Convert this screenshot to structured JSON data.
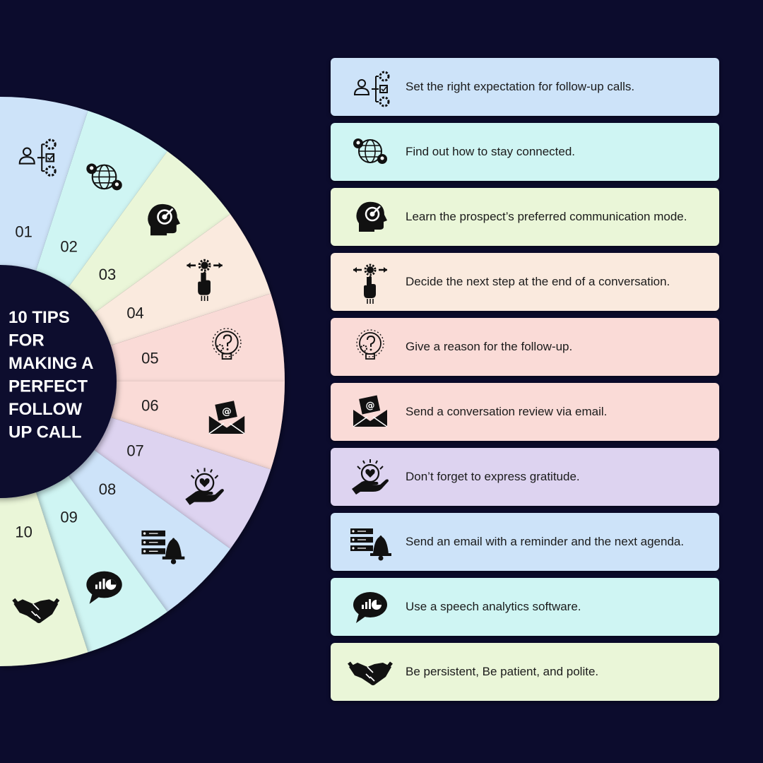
{
  "title_lines": [
    "10 TIPS",
    "FOR",
    "MAKING A",
    "PERFECT",
    "FOLLOW",
    "UP CALL"
  ],
  "colors": {
    "background": "#0c0c2d",
    "sectors": [
      "#cde3f9",
      "#cff5f3",
      "#eaf6d8",
      "#faeade",
      "#fadbd7",
      "#fadbd7",
      "#ddd3f0",
      "#cde3f9",
      "#cff5f3",
      "#eaf6d8"
    ]
  },
  "tips": [
    {
      "number": "01",
      "text": "Set the right expectation for follow-up calls.",
      "icon": "person-gears-icon"
    },
    {
      "number": "02",
      "text": "Find out how to stay connected.",
      "icon": "globe-network-icon"
    },
    {
      "number": "03",
      "text": "Learn the prospect’s preferred communication mode.",
      "icon": "head-target-icon"
    },
    {
      "number": "04",
      "text": "Decide the next step at the end of a conversation.",
      "icon": "hand-pointer-gear-icon"
    },
    {
      "number": "05",
      "text": "Give a reason for the follow-up.",
      "icon": "lightbulb-question-icon"
    },
    {
      "number": "06",
      "text": "Send a conversation review via email.",
      "icon": "email-envelope-icon"
    },
    {
      "number": "07",
      "text": "Don’t forget to express gratitude.",
      "icon": "hand-heart-icon"
    },
    {
      "number": "08",
      "text": "Send an email with a reminder and the next agenda.",
      "icon": "server-bell-icon"
    },
    {
      "number": "09",
      "text": "Use a speech analytics software.",
      "icon": "speech-chart-icon"
    },
    {
      "number": "10",
      "text": "Be persistent, Be patient, and polite.",
      "icon": "handshake-icon"
    }
  ]
}
